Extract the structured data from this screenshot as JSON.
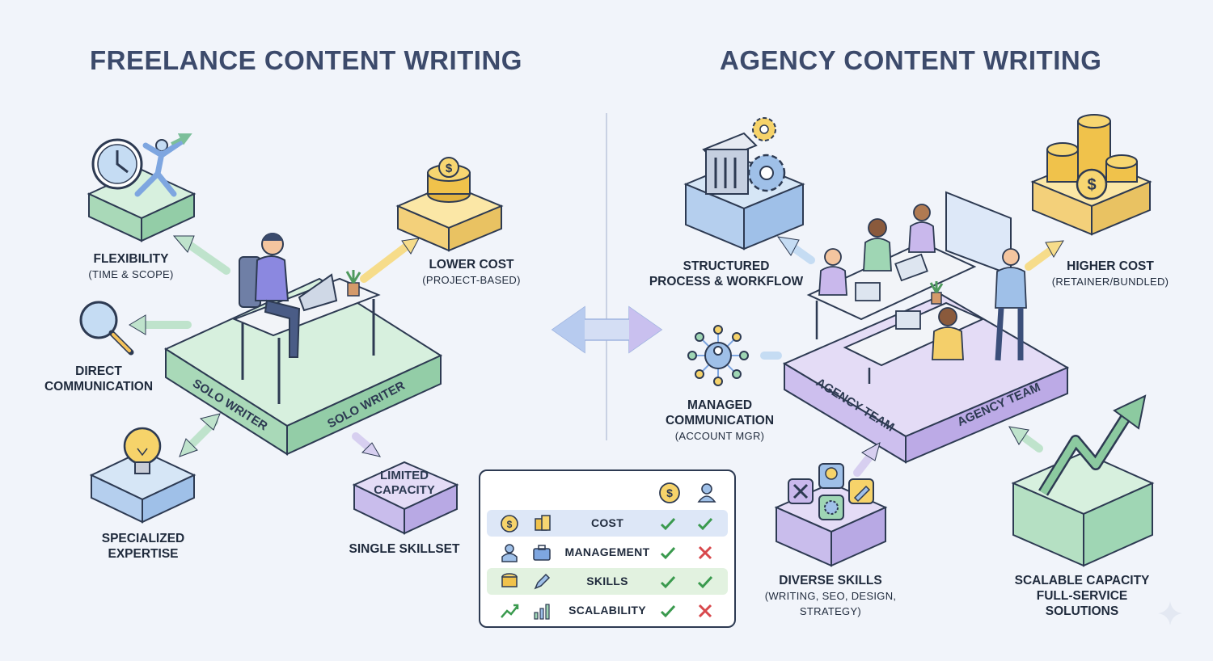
{
  "titles": {
    "left": "FREELANCE CONTENT WRITING",
    "right": "AGENCY CONTENT WRITING"
  },
  "freelance": {
    "platform_label_a": "SOLO WRITER",
    "platform_label_b": "SOLO WRITER",
    "flexibility": {
      "title": "FLEXIBILITY",
      "sub": "(TIME & SCOPE)"
    },
    "cost": {
      "title": "LOWER COST",
      "sub": "(PROJECT-BASED)"
    },
    "communication": {
      "title": "DIRECT",
      "title2": "COMMUNICATION"
    },
    "expertise": {
      "title": "SPECIALIZED",
      "title2": "EXPERTISE"
    },
    "capacity": {
      "box_line1": "LIMITED",
      "box_line2": "CAPACITY",
      "caption": "SINGLE SKILLSET"
    }
  },
  "agency": {
    "platform_label_a": "AGENCY TEAM",
    "platform_label_b": "AGENCY TEAM",
    "process": {
      "title": "STRUCTURED",
      "title2": "PROCESS & WORKFLOW"
    },
    "cost": {
      "title": "HIGHER COST",
      "sub": "(RETAINER/BUNDLED)"
    },
    "communication": {
      "title": "MANAGED",
      "title2": "COMMUNICATION",
      "sub": "(ACCOUNT MGR)"
    },
    "skills": {
      "title": "DIVERSE SKILLS",
      "sub": "(WRITING, SEO, DESIGN,",
      "sub2": "STRATEGY)"
    },
    "scalable": {
      "title": "SCALABLE CAPACITY",
      "title2": "FULL-SERVICE",
      "title3": "SOLUTIONS"
    }
  },
  "comparison": {
    "rows": [
      {
        "label": "COST",
        "freelance": "check",
        "agency": "check"
      },
      {
        "label": "MANAGEMENT",
        "freelance": "check",
        "agency": "cross"
      },
      {
        "label": "SKILLS",
        "freelance": "check",
        "agency": "check"
      },
      {
        "label": "SCALABILITY",
        "freelance": "check",
        "agency": "cross"
      }
    ]
  },
  "colors": {
    "green_tile": "#bfe3cc",
    "blue_tile": "#c5dcf3",
    "gold_tile": "#f6dc8a",
    "purple_tile": "#d7cff0",
    "check": "#3a9a4e",
    "cross": "#d8484c",
    "outline": "#2d3a52"
  },
  "icons": [
    "clock-icon",
    "running-person-icon",
    "magnifier-icon",
    "lightbulb-icon",
    "coin-stack-icon",
    "building-icon",
    "gear-icon",
    "network-icon",
    "tools-icon",
    "pencil-icon",
    "growth-arrow-icon",
    "check-icon",
    "cross-icon"
  ]
}
